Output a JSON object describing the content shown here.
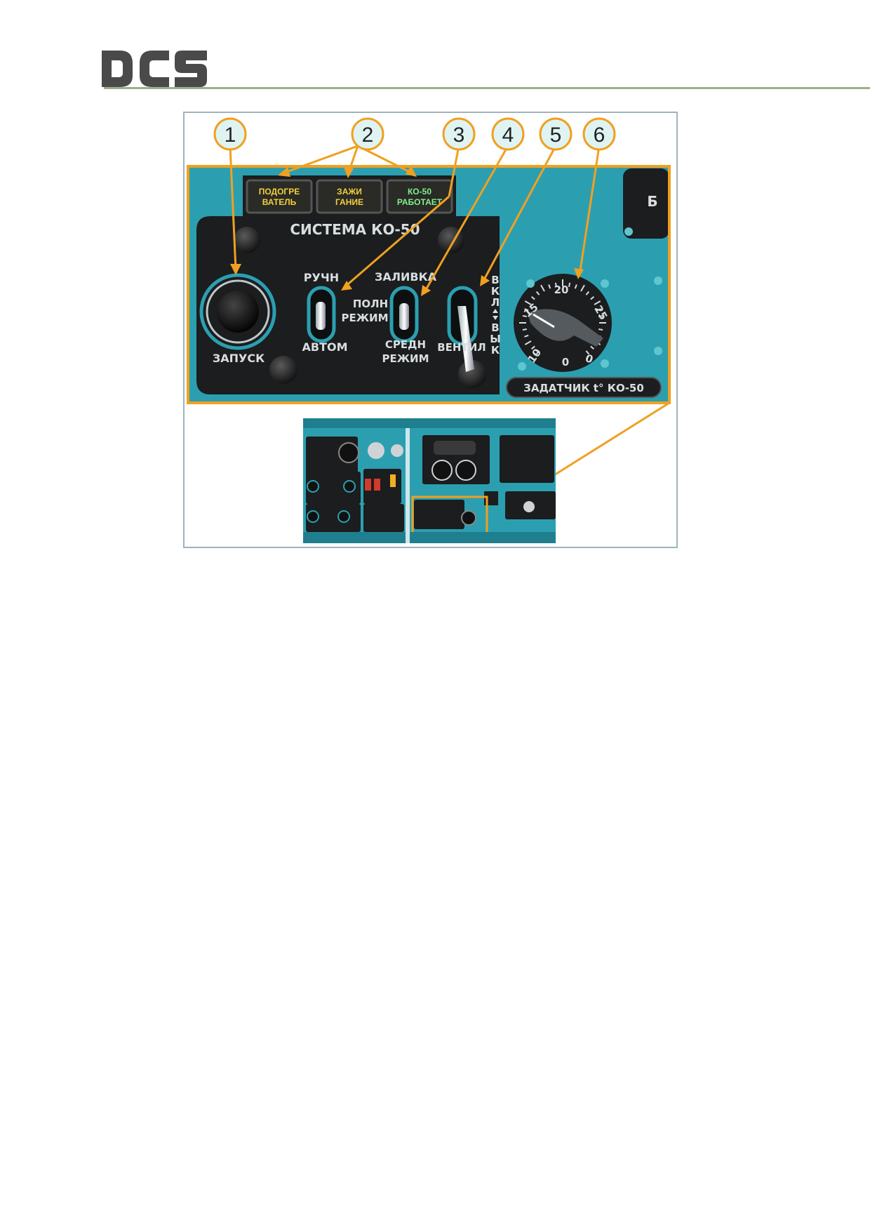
{
  "logo": {
    "text": "DCS"
  },
  "figure": {
    "callouts": [
      "1",
      "2",
      "3",
      "4",
      "5",
      "6"
    ],
    "panel_title": "СИСТЕМА КО-50",
    "lamps": [
      {
        "line1": "ПОДОГРЕ",
        "line2": "ВАТЕЛЬ",
        "color": "#f2d03a"
      },
      {
        "line1": "ЗАЖИ",
        "line2": "ГАНИЕ",
        "color": "#f2d03a"
      },
      {
        "line1": "КО-50",
        "line2": "РАБОТАЕТ",
        "color": "#7ff08a"
      }
    ],
    "labels": {
      "start": "ЗАПУСК",
      "manual": "РУЧН",
      "auto": "АВТОМ",
      "fill": "ЗАЛИВКА",
      "full_mode_1": "ПОЛН",
      "full_mode_2": "РЕЖИМ",
      "mid_mode_1": "СРЕДН",
      "mid_mode_2": "РЕЖИМ",
      "vent": "ВЕНТИЛ",
      "vkl_v": "В",
      "vkl_k": "К",
      "vkl_l": "Л",
      "vykl_v": "В",
      "vykl_y": "Ы",
      "vykl_k": "К",
      "side_letter": "Б",
      "setter": "ЗАДАТЧИК t° КО-50"
    },
    "dial_numbers": [
      "10",
      "15",
      "20",
      "25",
      "0",
      "0"
    ],
    "colors": {
      "accent": "#f0a020",
      "panel": "#2b9fb0",
      "plate": "#1b1d1f",
      "callout_fill": "#dff4f2"
    }
  }
}
